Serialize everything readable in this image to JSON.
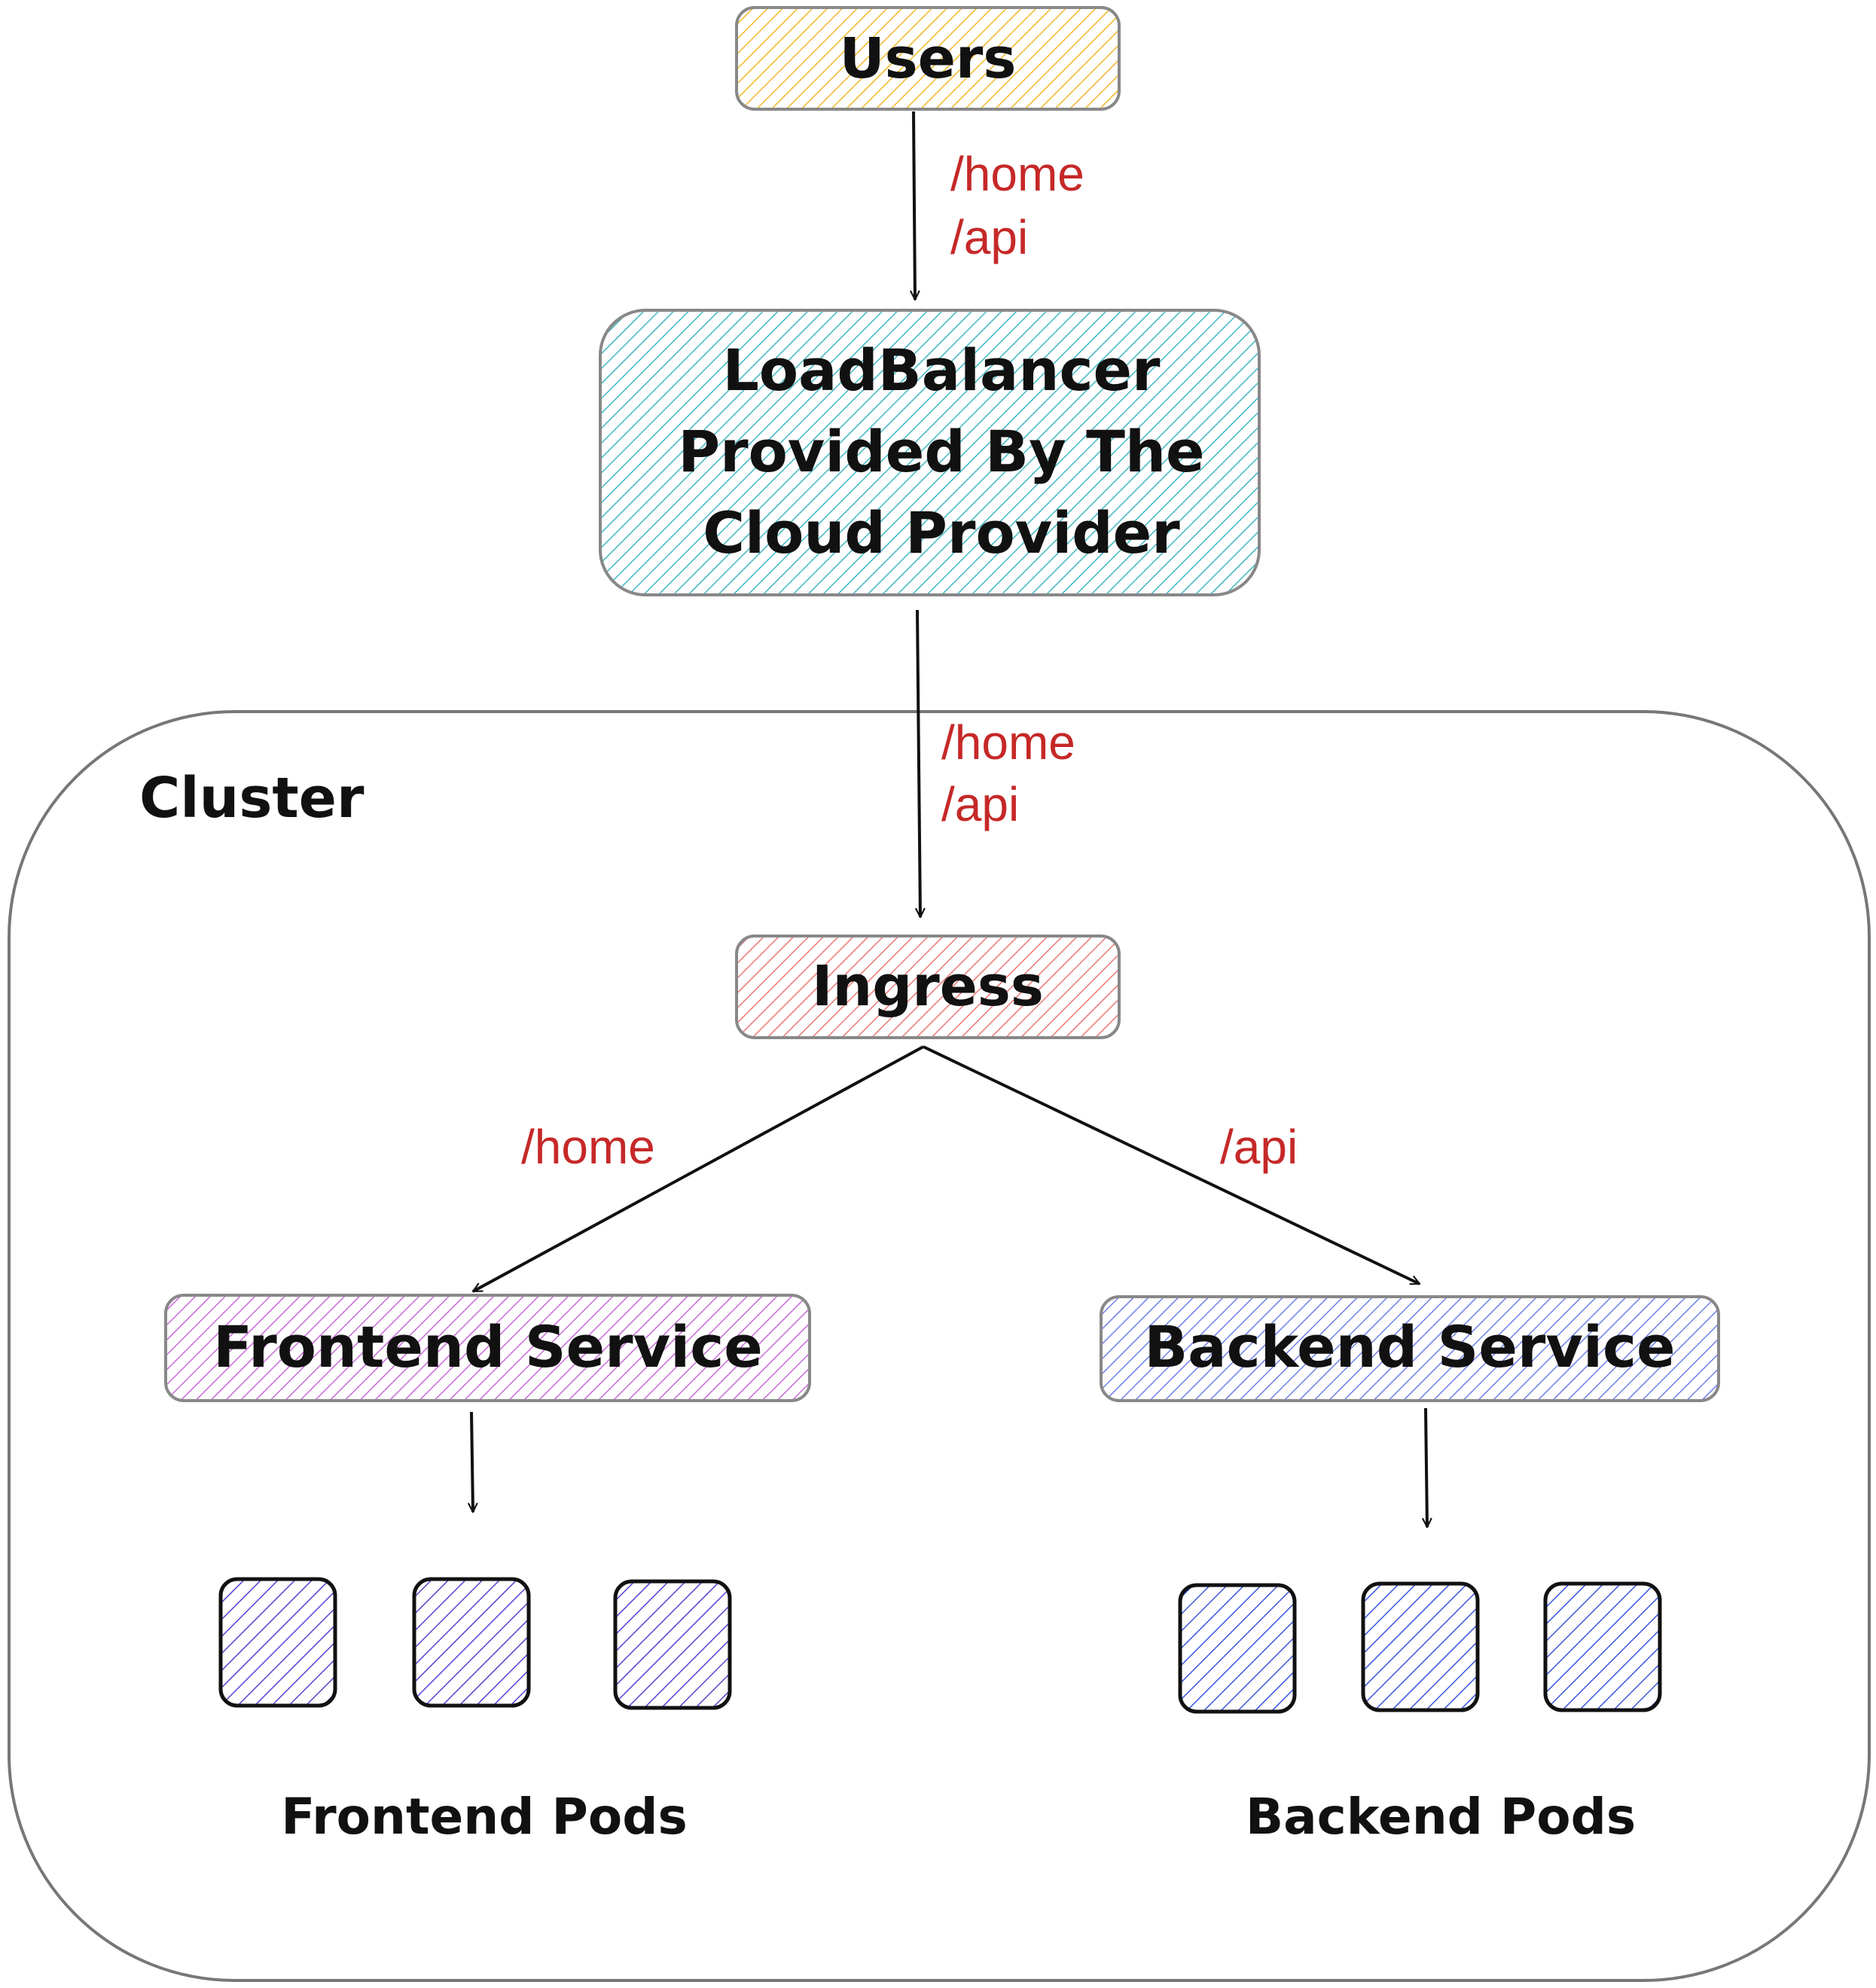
{
  "colors": {
    "users": "#f2b829",
    "loadbalancer": "#3fb8c4",
    "ingress": "#eb7777",
    "frontend_service": "#c86bd8",
    "backend_service": "#6f7fe8",
    "frontend_pod": "#5b3fd4",
    "backend_pod": "#3b55e0",
    "route_text": "#c62828",
    "cluster_border": "#777777"
  },
  "nodes": {
    "users": "Users",
    "loadbalancer": [
      "LoadBalancer",
      "Provided By The",
      "Cloud Provider"
    ],
    "ingress": "Ingress",
    "frontend_service": "Frontend Service",
    "backend_service": "Backend Service"
  },
  "cluster": {
    "label": "Cluster"
  },
  "routes": {
    "users_to_lb": [
      "/home",
      "/api"
    ],
    "lb_to_ingress": [
      "/home",
      "/api"
    ],
    "ingress_to_frontend": "/home",
    "ingress_to_backend": "/api"
  },
  "pods": {
    "frontend_label": "Frontend Pods",
    "backend_label": "Backend Pods",
    "frontend_count": 3,
    "backend_count": 3
  }
}
